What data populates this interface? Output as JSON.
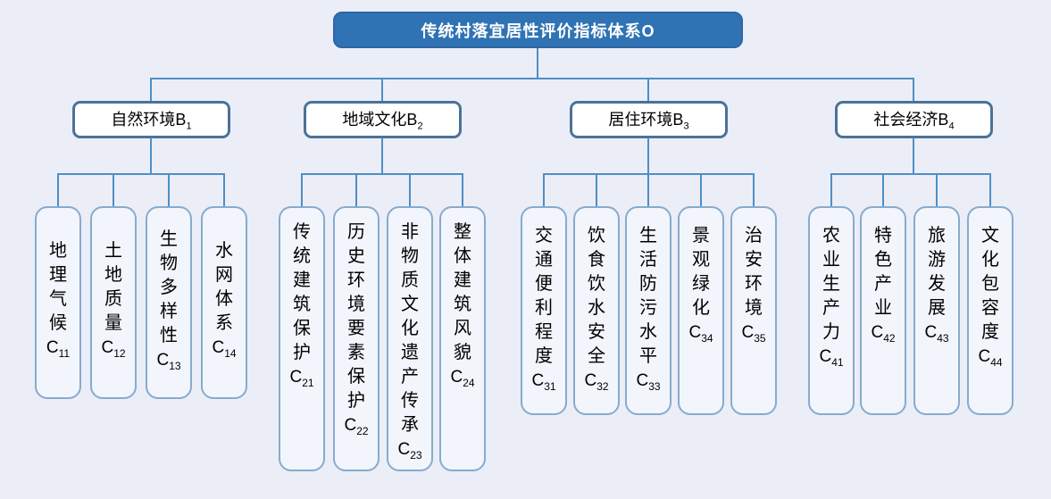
{
  "title": "传统村落宜居性评价指标体系O",
  "colors": {
    "background": "#ebeef7",
    "root_fill": "#3073b4",
    "root_border": "#2d66a5",
    "root_text": "#ffffff",
    "branch_fill": "#ffffff",
    "branch_border": "#4a7298",
    "leaf_fill": "#f2f5fb",
    "leaf_border": "#87abce",
    "connector": "#4d8fc6",
    "text": "#000000"
  },
  "branches": [
    {
      "id": "B1",
      "label": "自然环境B",
      "sub": "1",
      "children": [
        {
          "name": "地理气候",
          "code": "C",
          "sub": "11"
        },
        {
          "name": "土地质量",
          "code": "C",
          "sub": "12"
        },
        {
          "name": "生物多样性",
          "code": "C",
          "sub": "13"
        },
        {
          "name": "水网体系",
          "code": "C",
          "sub": "14"
        }
      ]
    },
    {
      "id": "B2",
      "label": "地域文化B",
      "sub": "2",
      "children": [
        {
          "name": "传统建筑保护",
          "code": "C",
          "sub": "21"
        },
        {
          "name": "历史环境要素保护",
          "code": "C",
          "sub": "22"
        },
        {
          "name": "非物质文化遗产传承",
          "code": "C",
          "sub": "23"
        },
        {
          "name": "整体建筑风貌",
          "code": "C",
          "sub": "24"
        }
      ]
    },
    {
      "id": "B3",
      "label": "居住环境B",
      "sub": "3",
      "children": [
        {
          "name": "交通便利程度",
          "code": "C",
          "sub": "31"
        },
        {
          "name": "饮食饮水安全",
          "code": "C",
          "sub": "32"
        },
        {
          "name": "生活防污水平",
          "code": "C",
          "sub": "33"
        },
        {
          "name": "景观绿化",
          "code": "C",
          "sub": "34"
        },
        {
          "name": "治安环境",
          "code": "C",
          "sub": "35"
        }
      ]
    },
    {
      "id": "B4",
      "label": "社会经济B",
      "sub": "4",
      "children": [
        {
          "name": "农业生产力",
          "code": "C",
          "sub": "41"
        },
        {
          "name": "特色产业",
          "code": "C",
          "sub": "42"
        },
        {
          "name": "旅游发展",
          "code": "C",
          "sub": "43"
        },
        {
          "name": "文化包容度",
          "code": "C",
          "sub": "44"
        }
      ]
    }
  ]
}
